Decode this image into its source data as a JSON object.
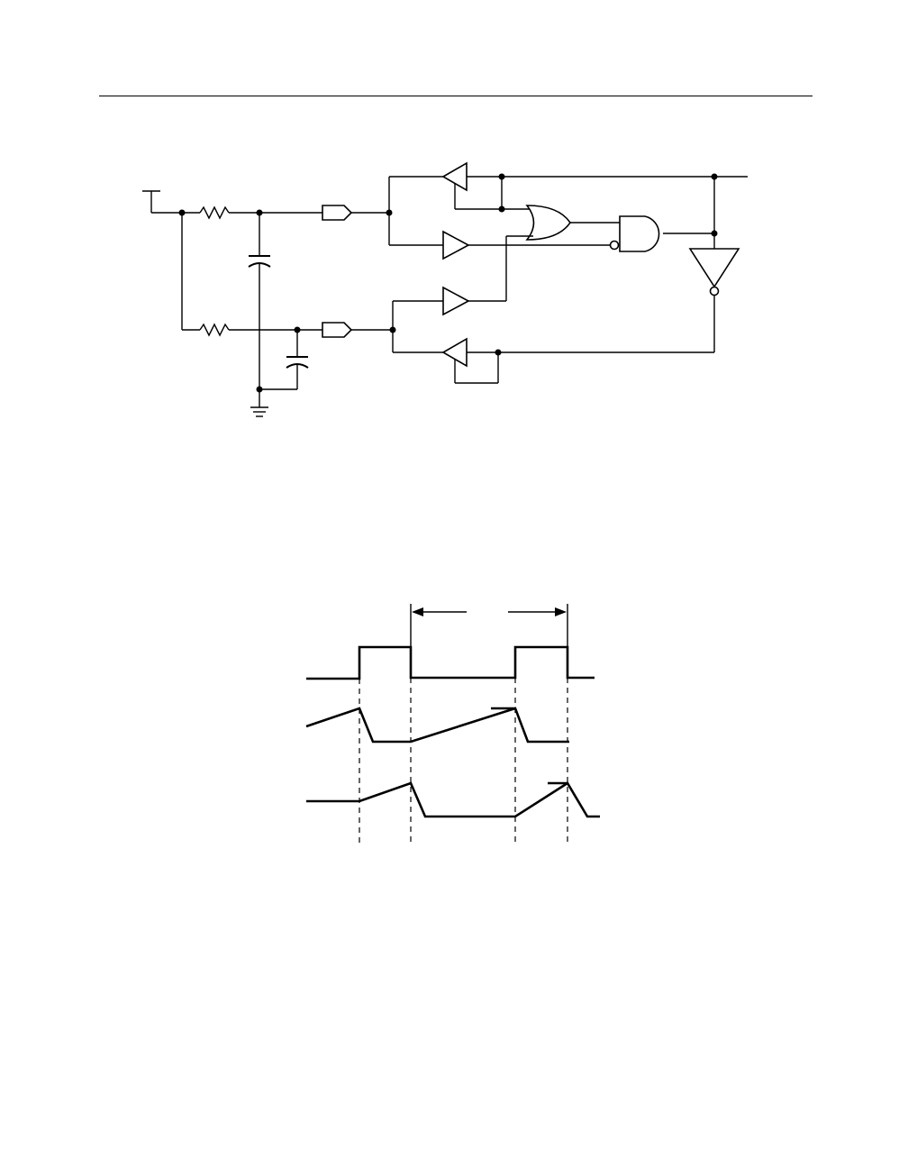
{
  "page": {
    "background": "#ffffff",
    "line_color": "#000000"
  },
  "figures": [
    {
      "id": "circuit_schematic",
      "kind": "logic-schematic"
    },
    {
      "id": "timing_diagram",
      "kind": "waveform-timing"
    }
  ]
}
